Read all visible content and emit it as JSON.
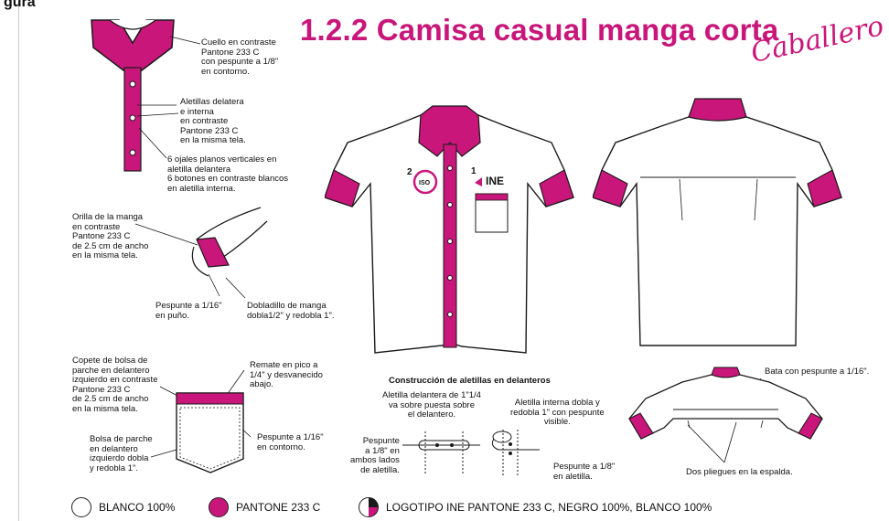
{
  "page": {
    "corner_text": "gura",
    "title": "1.2.2 Camisa casual manga corta",
    "title_script": "Caballero"
  },
  "colors": {
    "accent": "#c8167a",
    "line": "#1a1a1a",
    "white": "#ffffff"
  },
  "annotations": {
    "collar": "Cuello en contraste\nPantone 233 C\ncon pespunte a 1/8\"\nen contorno.",
    "placket": "Aletillas delatera\ne interna\nen contraste\nPantone 233 C\nen la misma tela.",
    "buttons": "6 ojales planos verticales en\naletilla delantera\n6 botones en contraste blancos\nen aletilla interna.",
    "sleeve_edge": "Orilla de la manga\nen contraste\nPantone 233 C\nde 2.5 cm de ancho\nen la misma tela.",
    "cuff_stitch": "Pespunte a 1/16\"\nen puño.",
    "hem": "Dobladillo de manga\ndobla1/2\" y redobla 1\".",
    "pocket_flap": "Copete de bolsa de\nparche en delantero\nizquierdo en contraste\nPantone 233 C\nde 2.5 cm de ancho\nen la misma tela.",
    "pocket_finish": "Remate en pico a\n1/4\" y desvanecido\nabajo.",
    "pocket_stitch": "Pespunte a 1/16\"\nen contorno.",
    "pocket_patch": "Bolsa de parche\nen delantero\nizquierdo dobla\ny redobla 1\".",
    "construction_title": "Construcción de aletillas en delanteros",
    "front_placket": "Aletilla delantera de 1\"1/4\nva sobre puesta sobre\nel delantero.",
    "inner_placket": "Aletilla interna dobla y\nredobla 1\" con pespunte\nvisible.",
    "stitch_both": "Pespunte\na 1/8\" en\nambos lados\nde aletilla.",
    "stitch_inner": "Pespunte a 1/8\"\nen aletilla.",
    "yoke": "Bata con pespunte a 1/16\".",
    "pleats": "Dos pliegues en la espalda."
  },
  "front_labels": {
    "num1": "1",
    "num2": "2",
    "logo": "INE",
    "iso": "ISO"
  },
  "legend": [
    {
      "label": "BLANCO 100%",
      "swatch": "white"
    },
    {
      "label": "PANTONE 233 C",
      "swatch": "accent"
    },
    {
      "label": "LOGOTIPO INE PANTONE 233 C, NEGRO 100%, BLANCO 100%",
      "swatch": "logo"
    }
  ]
}
